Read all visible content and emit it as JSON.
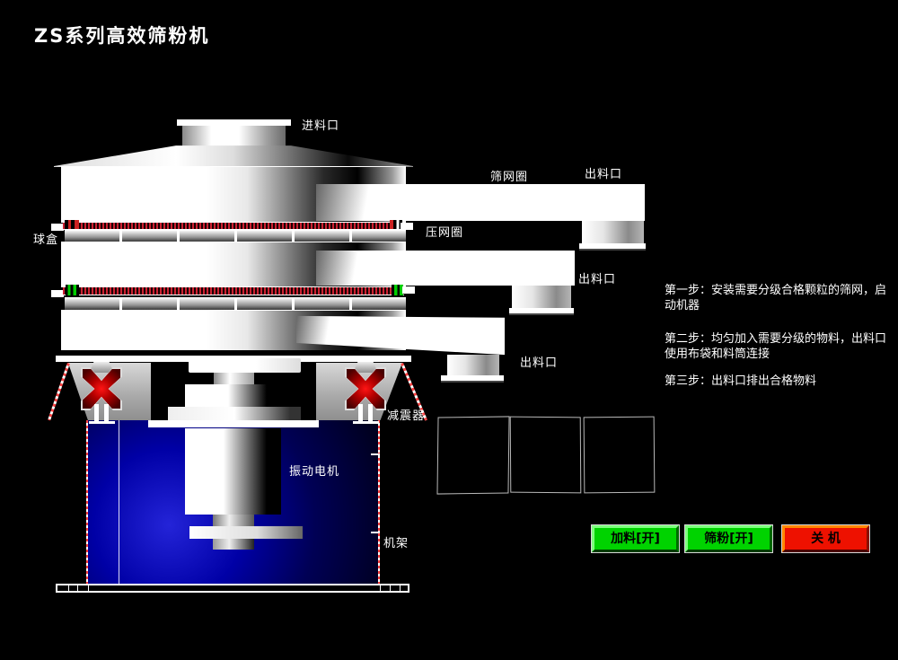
{
  "title": "ZS系列高效筛粉机",
  "labels": {
    "feed_inlet": "进料口",
    "screen_ring": "筛网圈",
    "outlet_top": "出料口",
    "press_ring": "压网圈",
    "ball_box": "球盒",
    "outlet_mid": "出料口",
    "outlet_bottom": "出料口",
    "damper": "减震器",
    "vibration_motor": "振动电机",
    "frame": "机架"
  },
  "instructions": {
    "step1": "第一步：安装需要分级合格颗粒的筛网，启动机器",
    "step2": "第二步：均匀加入需要分级的物料，出料口使用布袋和料筒连接",
    "step3": "第三步：出料口排出合格物料"
  },
  "buttons": {
    "feed": "加料[开]",
    "sieve": "筛粉[开]",
    "shutdown": "关 机"
  },
  "colors": {
    "background": "#000000",
    "button_green": "#00d300",
    "button_green_bevel": "#7dff7d",
    "button_red": "#ee1100",
    "button_red_bevel": "#ff8800",
    "machine_blue": "#0000a6",
    "mesh_red": "#cc2233",
    "text": "#ffffff"
  }
}
